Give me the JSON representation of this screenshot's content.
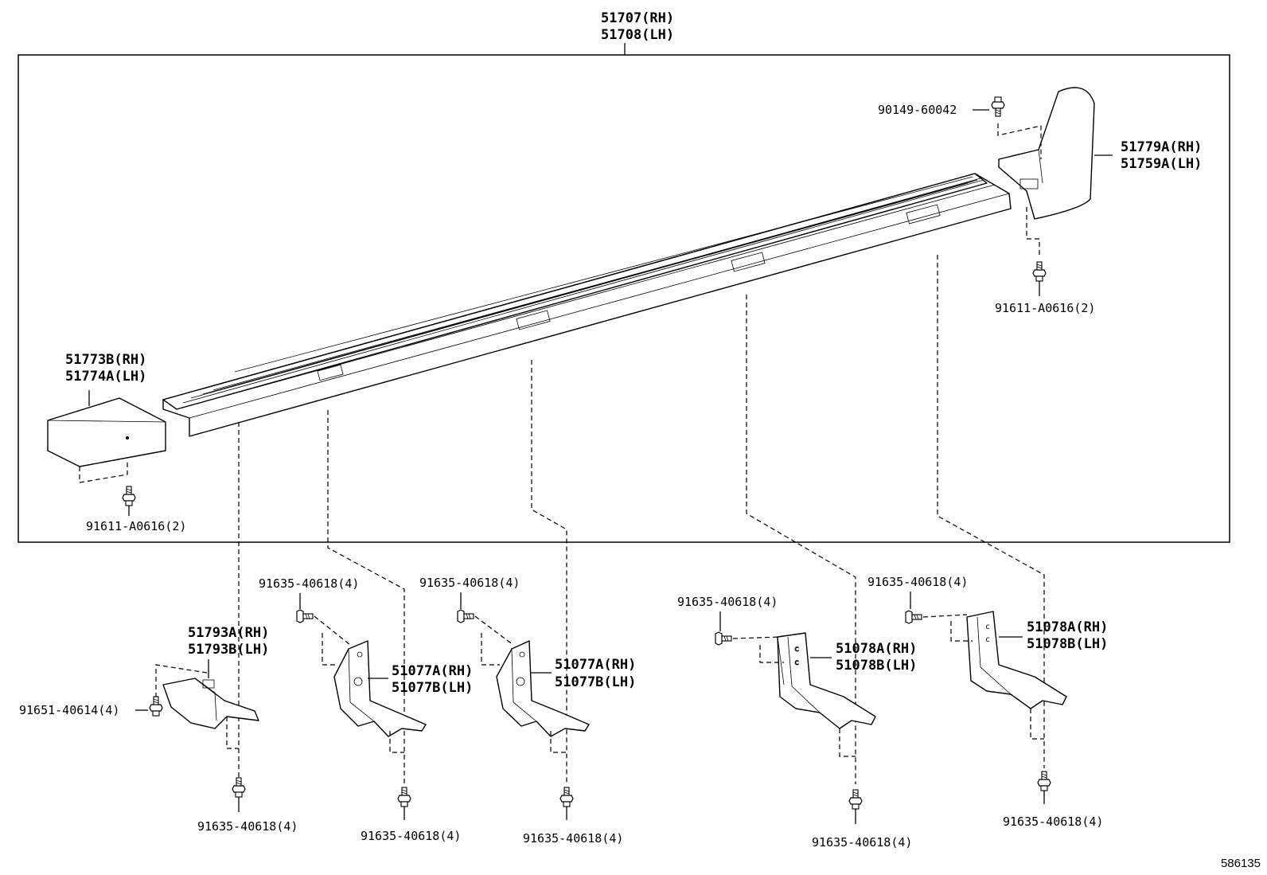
{
  "labels": {
    "step_rh": "51707(RH)",
    "step_lh": "51708(LH)",
    "bolt_top": "90149-60042",
    "rear_cap_rh": "51779A(RH)",
    "rear_cap_lh": "51759A(LH)",
    "rear_cap_bolt": "91611-A0616(2)",
    "front_cap_rh": "51773B(RH)",
    "front_cap_lh": "51774A(LH)",
    "front_cap_bolt": "91611-A0616(2)",
    "br1_rh": "51793A(RH)",
    "br1_lh": "51793B(LH)",
    "br1_side_bolt": "91651-40614(4)",
    "br1_bottom_bolt": "91635-40618(4)",
    "br2_rh": "51077A(RH)",
    "br2_lh": "51077B(LH)",
    "br2_top_bolt": "91635-40618(4)",
    "br2_bottom_bolt": "91635-40618(4)",
    "br3_rh": "51077A(RH)",
    "br3_lh": "51077B(LH)",
    "br3_top_bolt": "91635-40618(4)",
    "br3_bottom_bolt": "91635-40618(4)",
    "br4_rh": "51078A(RH)",
    "br4_lh": "51078B(LH)",
    "br4_top_bolt": "91635-40618(4)",
    "br4_bottom_bolt": "91635-40618(4)",
    "br5_rh": "51078A(RH)",
    "br5_lh": "51078B(LH)",
    "br5_top_bolt": "91635-40618(4)",
    "br5_bottom_bolt": "91635-40618(4)"
  },
  "diagram_ref": "586135"
}
